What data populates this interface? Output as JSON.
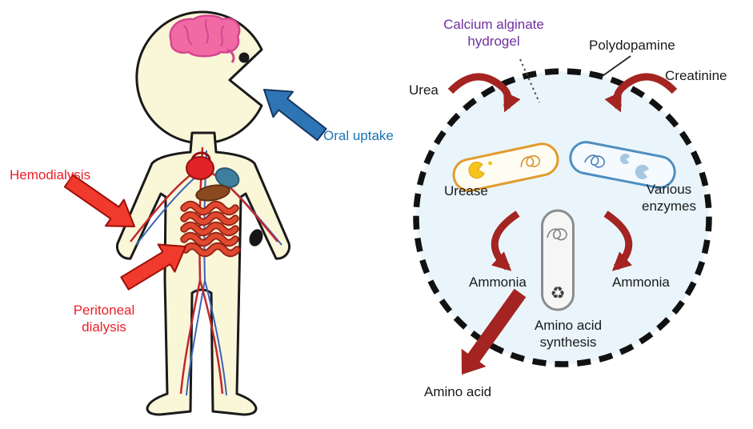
{
  "figure": {
    "left": {
      "labels": {
        "hemodialysis": "Hemodialysis",
        "peritoneal_dialysis": "Peritoneal dialysis",
        "oral_uptake": "Oral uptake"
      }
    },
    "right": {
      "labels": {
        "coating_inner": "Calcium alginate hydrogel",
        "coating_outer": "Polydopamine",
        "substrate_left": "Urea",
        "substrate_right": "Creatinine",
        "enzyme_left": "Urease",
        "enzyme_right": "Various enzymes",
        "product_left": "Ammonia",
        "product_right": "Ammonia",
        "function_bottom": "Amino acid synthesis",
        "output": "Amino acid"
      },
      "icons": {
        "recycle_glyph": "♻",
        "enzyme_icon_shape": "pac-man"
      }
    },
    "colors": {
      "label_red": "#ec2027",
      "label_blue": "#1a75b0",
      "label_purple": "#7030a0",
      "reaction_arrow_red": "#a32421",
      "body_fill": "#faf6d8",
      "brain_pink": "#f26aa4",
      "hydrogel_fill": "#e9f5fb",
      "urease_capsule_outline": "#e39b2d",
      "enzyme_capsule_outline": "#4f8fc0",
      "synthesis_capsule_outline": "#8c8c8c",
      "uptake_arrow_blue": "#2e75b6",
      "dialysis_arrow_red": "#f03a2e"
    }
  }
}
